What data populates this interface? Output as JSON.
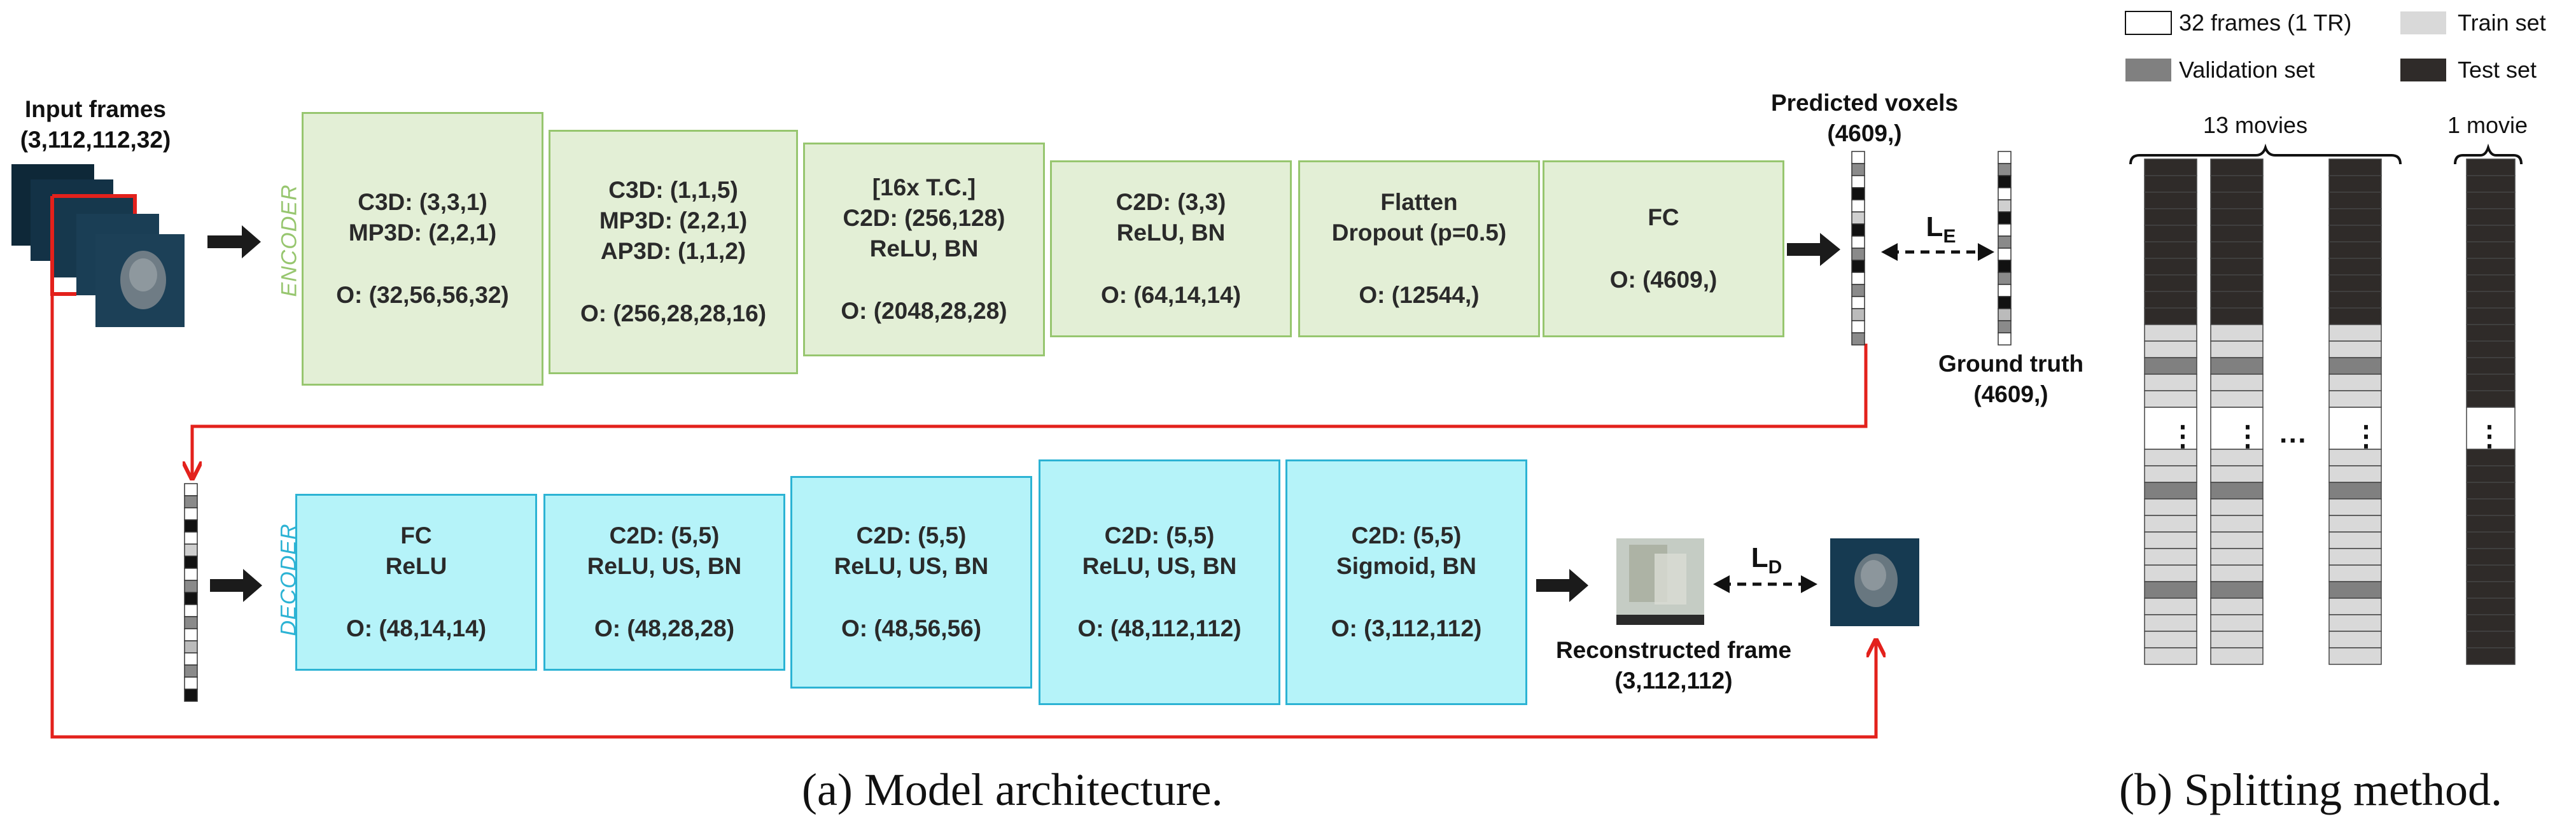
{
  "architecture": {
    "input_label": "Input frames",
    "input_shape": "(3,112,112,32)",
    "encoder_label": "ENCODER",
    "decoder_label": "DECODER",
    "encoder_blocks": [
      {
        "lines": [
          "C3D: (3,3,1)",
          "MP3D: (2,2,1)"
        ],
        "output": "O: (32,56,56,32)"
      },
      {
        "lines": [
          "C3D: (1,1,5)",
          "MP3D: (2,2,1)",
          "AP3D: (1,1,2)"
        ],
        "output": "O: (256,28,28,16)"
      },
      {
        "lines": [
          "[16x T.C.]",
          "C2D: (256,128)",
          "ReLU, BN"
        ],
        "output": "O: (2048,28,28)"
      },
      {
        "lines": [
          "C2D: (3,3)",
          "ReLU, BN"
        ],
        "output": "O: (64,14,14)"
      },
      {
        "lines": [
          "Flatten",
          "Dropout (p=0.5)"
        ],
        "output": "O: (12544,)"
      },
      {
        "lines": [
          "FC"
        ],
        "output": "O: (4609,)"
      }
    ],
    "decoder_blocks": [
      {
        "lines": [
          "FC",
          "ReLU"
        ],
        "output": "O: (48,14,14)"
      },
      {
        "lines": [
          "C2D: (5,5)",
          "ReLU, US, BN"
        ],
        "output": "O: (48,28,28)"
      },
      {
        "lines": [
          "C2D: (5,5)",
          "ReLU, US, BN"
        ],
        "output": "O: (48,56,56)"
      },
      {
        "lines": [
          "C2D: (5,5)",
          "ReLU, US, BN"
        ],
        "output": "O: (48,112,112)"
      },
      {
        "lines": [
          "C2D: (5,5)",
          "Sigmoid, BN"
        ],
        "output": "O: (3,112,112)"
      }
    ],
    "predicted_label": "Predicted voxels",
    "predicted_shape": "(4609,)",
    "ground_truth_label": "Ground truth",
    "ground_truth_shape": "(4609,)",
    "loss_encoder": "L",
    "loss_encoder_sub": "E",
    "loss_decoder": "L",
    "loss_decoder_sub": "D",
    "reconstructed_label": "Reconstructed frame",
    "reconstructed_shape": "(3,112,112)",
    "caption": "(a) Model architecture.",
    "colors": {
      "encoder_fill": "#e3efd6",
      "encoder_border": "#97c66f",
      "encoder_text": "#97c66f",
      "decoder_fill": "#b5f3f9",
      "decoder_border": "#2cb3d4",
      "decoder_text": "#2cb3d4",
      "arrow_red": "#e3211c"
    }
  },
  "splitting": {
    "legend": [
      {
        "label": "32 frames (1 TR)",
        "color": "#ffffff"
      },
      {
        "label": "Train set",
        "color": "#d9d9d9"
      },
      {
        "label": "Validation set",
        "color": "#808080"
      },
      {
        "label": "Test set",
        "color": "#2f2b29"
      }
    ],
    "group_left_label": "13 movies",
    "group_right_label": "1 movie",
    "dots_vertical": "⋮",
    "dots_horizontal": "···",
    "caption": "(b) Splitting method."
  }
}
